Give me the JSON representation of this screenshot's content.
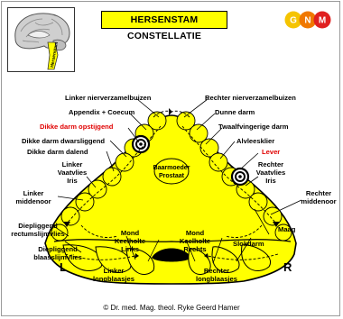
{
  "title": "HERSENSTAM CONSTELLATIE",
  "logo": {
    "letters": [
      "G",
      "N",
      "M"
    ],
    "colors": [
      "#f5c400",
      "#f07800",
      "#e02020"
    ]
  },
  "thumbnail": {
    "label": "Hersenstam",
    "label_color": "#ffff00"
  },
  "center_label": "Baarmoeder\nProstaat",
  "labels": {
    "linker_nierverzamelbuizen": "Linker nierverzamelbuizen",
    "rechter_nierverzamelbuizen": "Rechter nierverzamelbuizen",
    "appendix_coecum": "Appendix + Coecum",
    "dunne_darm": "Dunne darm",
    "dikke_darm_opstijgend": "Dikke darm opstijgend",
    "twaalfvingerige_darm": "Twaalfvingerige darm",
    "dikke_darm_dwarsliggend": "Dikke darm dwarsliggend",
    "alvleesklier": "Alvleesklier",
    "dikke_darm_dalend": "Dikke darm dalend",
    "lever": "Lever",
    "linker_vaatvlies_iris": "Linker\nVaatvlies\nIris",
    "rechter_vaatvlies_iris": "Rechter\nVaatvlies\nIris",
    "linker_middenoor": "Linker\nmiddenoor",
    "rechter_middenoor": "Rechter\nmiddenoor",
    "diepliggend_rectumslijmvlies": "Diepliggend\nrectumslijmvlies",
    "diepliggend_blaasslijmvlies": "Diepliggend\nblaasslijmvlies",
    "mond_keelholte_links": "Mond\nKeelholte\nLinks",
    "mond_keelholte_rechts": "Mond\nKeelholte\nRechts",
    "slokdarm": "Slokdarm",
    "maag": "Maag",
    "linker_longblaasjes": "Linker\nlongblaasjes",
    "rechter_longblaasjes": "Rechter\nlongblaasjes"
  },
  "side_left": "L",
  "side_right": "R",
  "copyright": "© Dr. med. Mag. theol. Ryke Geerd Hamer",
  "colors": {
    "fill": "#ffff00",
    "outline": "#000000",
    "highlight_text": "#e00000"
  }
}
